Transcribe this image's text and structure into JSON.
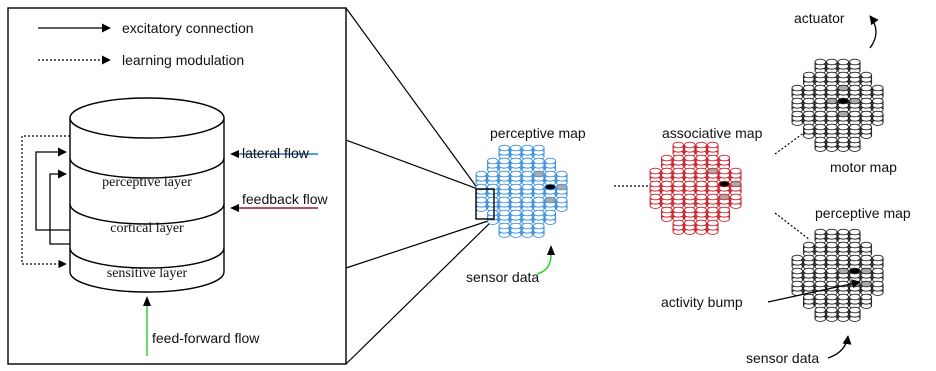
{
  "legend": {
    "excitatory": "excitatory connection",
    "learning": "learning modulation"
  },
  "layers": {
    "perceptive": "perceptive layer",
    "cortical": "cortical layer",
    "sensitive": "sensitive layer"
  },
  "flows": {
    "lateral": "lateral flow",
    "feedback": "feedback flow",
    "feedforward": "feed-forward flow"
  },
  "maps": {
    "perceptive_center": "perceptive map",
    "associative": "associative map",
    "motor": "motor map",
    "perceptive_right": "perceptive map",
    "actuator": "actuator",
    "activity_bump": "activity bump",
    "sensor_center": "sensor data",
    "sensor_right": "sensor data"
  },
  "colors": {
    "lateral": "#1a7fd6",
    "feedback": "#a01525",
    "feedforward": "#2fd12a",
    "perceptive_map": "#3a8fde",
    "associative_map": "#cc1f2a",
    "motor_map": "#222222",
    "active_cell": "#000000",
    "neighbor_cell": "#aaaaaa"
  }
}
